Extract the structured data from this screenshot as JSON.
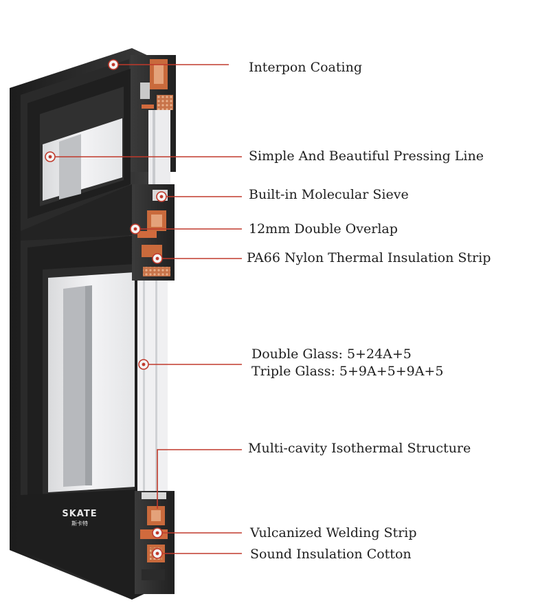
{
  "accent_color": "#c0392b",
  "frame_color": "#262626",
  "brand": {
    "logo_text": "SKATE",
    "logo_subtext": "斯卡特"
  },
  "callouts": [
    {
      "id": "interpon-coating",
      "text": "Interpon Coating"
    },
    {
      "id": "pressing-line",
      "text": "Simple And Beautiful Pressing Line"
    },
    {
      "id": "molecular-sieve",
      "text": "Built-in Molecular Sieve"
    },
    {
      "id": "double-overlap",
      "text": "12mm Double Overlap"
    },
    {
      "id": "nylon-strip",
      "text": "PA66 Nylon Thermal Insulation Strip"
    },
    {
      "id": "double-glass",
      "text": "Double Glass: 5+24A+5"
    },
    {
      "id": "triple-glass",
      "text": "Triple Glass: 5+9A+5+9A+5"
    },
    {
      "id": "isothermal-structure",
      "text": "Multi-cavity Isothermal Structure"
    },
    {
      "id": "welding-strip",
      "text": "Vulcanized Welding Strip"
    },
    {
      "id": "sound-insulation",
      "text": "Sound Insulation Cotton"
    }
  ]
}
